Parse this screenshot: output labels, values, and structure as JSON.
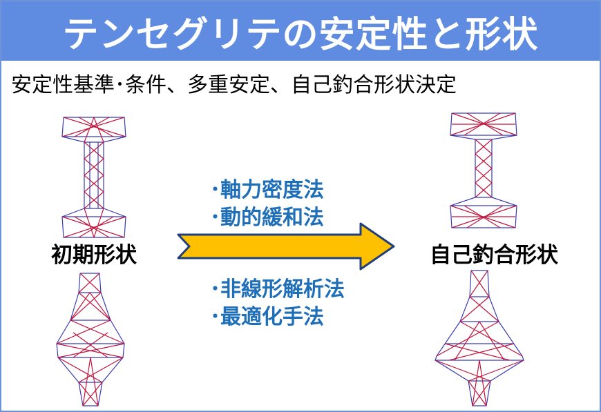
{
  "title": "テンセグリテの安定性と形状",
  "subtitle": "安定性基準･条件、多重安定、自己釣合形状決定",
  "left_label": "初期形状",
  "right_label": "自己釣合形状",
  "methods_top": [
    "･軸力密度法",
    "･動的緩和法"
  ],
  "methods_bottom": [
    "･非線形解析法",
    "･最適化手法"
  ],
  "colors": {
    "title_bar": "#5f8ce0",
    "method_text": "#1f6fb8",
    "arrow_fill": "#ffc000",
    "arrow_stroke": "#1f3f7a",
    "strut": "#c0143c",
    "cable": "#3a3ab0"
  }
}
